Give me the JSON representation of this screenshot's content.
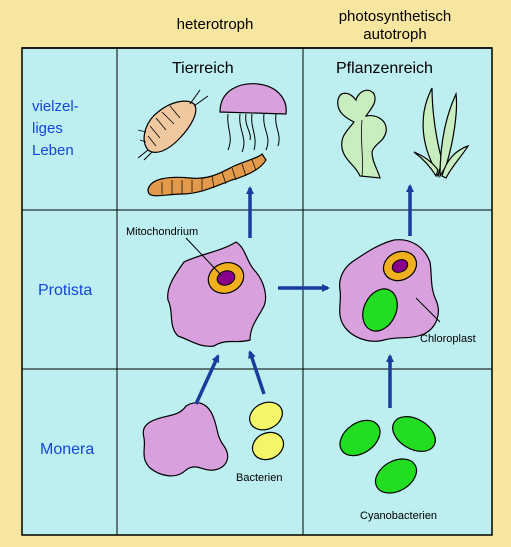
{
  "columns": {
    "heterotroph": "heterotroph",
    "autotroph_line1": "photosynthetisch",
    "autotroph_line2": "autotroph"
  },
  "rows": {
    "multicellular_line1": "vielzel-",
    "multicellular_line2": "liges",
    "multicellular_line3": "Leben",
    "protista": "Protista",
    "monera": "Monera"
  },
  "kingdoms": {
    "animal": "Tierreich",
    "plant": "Pflanzenreich"
  },
  "labels": {
    "mitochondrium": "Mitochondrium",
    "chloroplast": "Chloroplast",
    "bacteria": "Bacterien",
    "cyanobacteria": "Cyanobacterien"
  },
  "colors": {
    "background": "#f7e6a0",
    "cell_fill": "#d8a0dc",
    "grid_fill": "#bdeef0",
    "arrow": "#1a3c9c",
    "row_label": "#1446d8",
    "chloroplast": "#22dd22",
    "bacteria": "#f5f56a",
    "mito_outer": "#f0b020",
    "mito_inner": "#8a008a"
  }
}
